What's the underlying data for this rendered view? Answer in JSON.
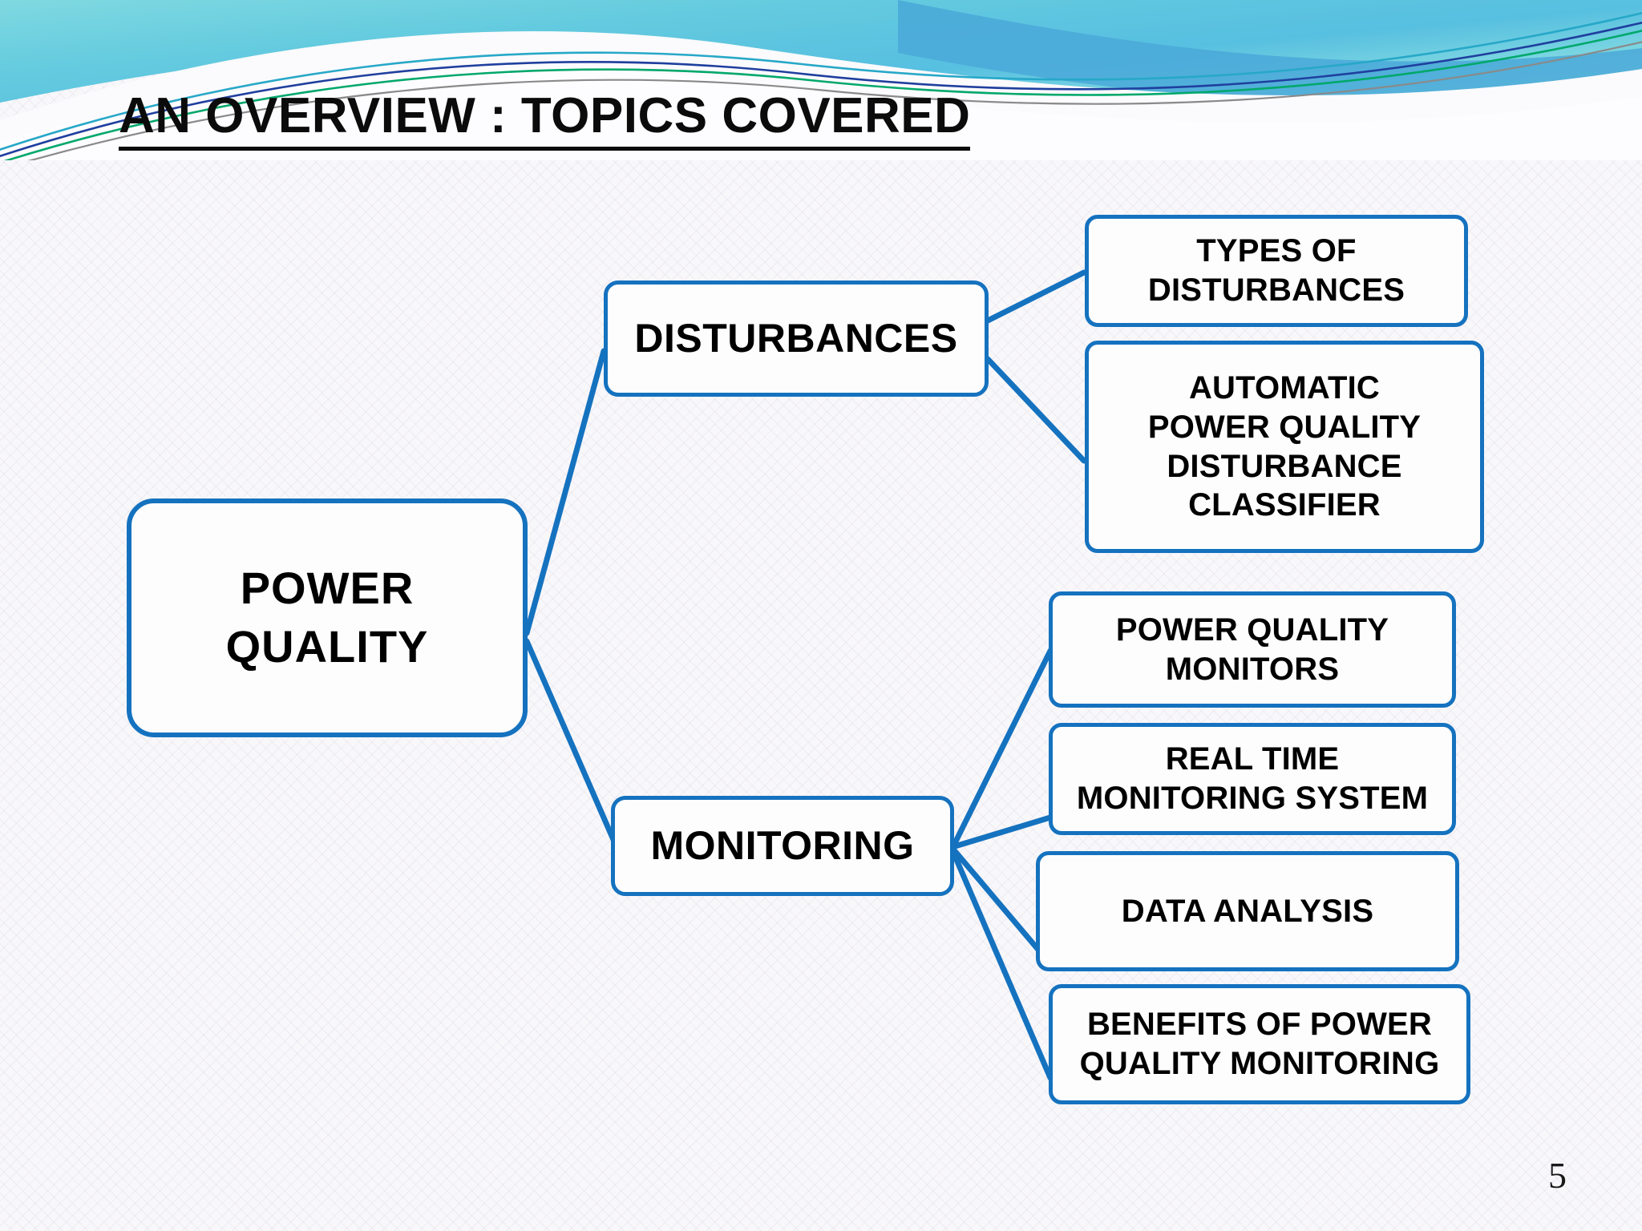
{
  "slide": {
    "title": "AN OVERVIEW : TOPICS COVERED",
    "page_number": "5"
  },
  "theme": {
    "box_border_color": "#1572bf",
    "box_fill_color": "#fdfdfd",
    "connector_color": "#1572bf",
    "header_teal_light": "#8fe3e8",
    "header_teal_mid": "#5cc6de",
    "header_blue": "#4aa8d8",
    "accent_green": "#00a86b",
    "accent_navy": "#1f3f9e",
    "accent_gray": "#8a8a8a",
    "background": "#f8f7fa",
    "title_color": "#0b0b0b"
  },
  "diagram": {
    "type": "tree",
    "root": {
      "label": "POWER\nQUALITY"
    },
    "branches": [
      {
        "label": "DISTURBANCES",
        "children": [
          {
            "label": "TYPES  OF\nDISTURBANCES"
          },
          {
            "label": "AUTOMATIC\nPOWER  QUALITY\nDISTURBANCE\nCLASSIFIER"
          }
        ]
      },
      {
        "label": "MONITORING",
        "children": [
          {
            "label": "POWER  QUALITY\nMONITORS"
          },
          {
            "label": "REAL TIME\nMONITORING SYSTEM"
          },
          {
            "label": "DATA  ANALYSIS"
          },
          {
            "label": "BENEFITS OF POWER\nQUALITY MONITORING"
          }
        ]
      }
    ]
  }
}
